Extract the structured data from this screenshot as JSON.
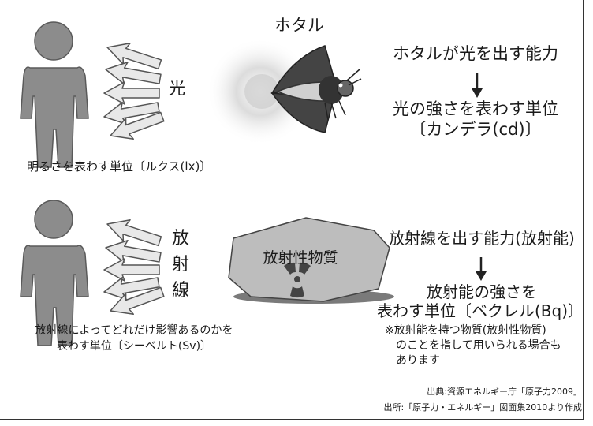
{
  "top": {
    "firefly_label": "ホタル",
    "light_label": "光",
    "ability": "ホタルが光を出す能力",
    "arrow_symbol": "↓",
    "unit_line1": "光の強さを表わす単位",
    "unit_line2": "〔カンデラ(cd)〕",
    "illuminance": "明るさを表わす単位〔ルクス(lx)〕"
  },
  "bottom": {
    "radiation_label": [
      "放",
      "射",
      "線"
    ],
    "material_label": "放射性物質",
    "ability": "放射線を出す能力(放射能)",
    "arrow_symbol": "↓",
    "unit_line1": "放射能の強さを",
    "unit_line2": "表わす単位〔ベクレル(Bq)〕",
    "note": [
      "※放射能を持つ物質(放射性物質)",
      "のことを指して用いられる場合も",
      "あります"
    ],
    "effect_line1": "放射線によってどれだけ影響あるのかを",
    "effect_line2": "表わす単位〔シーベルト(Sv)〕"
  },
  "source": {
    "line1": "出典:資源エネルギー庁「原子力2009」",
    "line2": "出所:「原子力・エネルギー」図面集2010より作成"
  },
  "colors": {
    "person_fill": "#8c8c8c",
    "arrow_fill": "#e8e8e8",
    "rock_fill": "#bdbdbd",
    "text": "#1a1a1a"
  }
}
